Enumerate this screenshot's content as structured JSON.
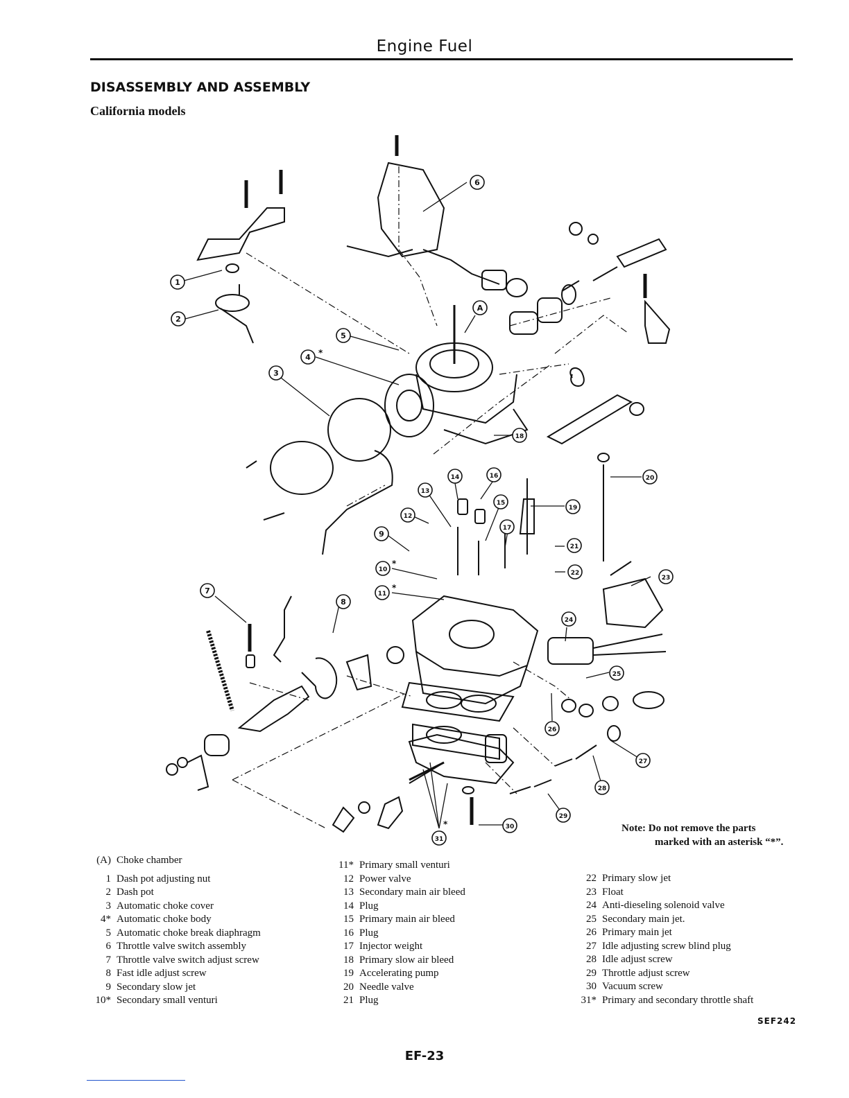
{
  "header": {
    "title": "Engine Fuel"
  },
  "section": {
    "title": "DISASSEMBLY AND ASSEMBLY",
    "subtitle": "California models"
  },
  "diagram": {
    "callouts": [
      "1",
      "2",
      "3",
      "4",
      "5",
      "6",
      "7",
      "8",
      "9",
      "10",
      "11",
      "12",
      "13",
      "14",
      "15",
      "16",
      "17",
      "18",
      "19",
      "20",
      "21",
      "22",
      "23",
      "24",
      "25",
      "26",
      "27",
      "28",
      "29",
      "30",
      "31",
      "A"
    ],
    "star": "*"
  },
  "note": {
    "line1": "Note: Do not remove the parts",
    "line2": "marked with an asterisk “*”."
  },
  "legend": {
    "col1": [
      {
        "num": "(A)",
        "label": "Choke chamber"
      },
      {
        "num": "1",
        "label": "Dash pot adjusting nut"
      },
      {
        "num": "2",
        "label": "Dash pot"
      },
      {
        "num": "3",
        "label": "Automatic choke cover"
      },
      {
        "num": "4*",
        "label": "Automatic choke body"
      },
      {
        "num": "5",
        "label": "Automatic choke break diaphragm"
      },
      {
        "num": "6",
        "label": "Throttle valve switch assembly"
      },
      {
        "num": "7",
        "label": "Throttle valve switch adjust screw"
      },
      {
        "num": "8",
        "label": "Fast idle adjust screw"
      },
      {
        "num": "9",
        "label": "Secondary slow jet"
      },
      {
        "num": "10*",
        "label": "Secondary small venturi"
      }
    ],
    "col2": [
      {
        "num": "11*",
        "label": "Primary small venturi"
      },
      {
        "num": "12",
        "label": "Power valve"
      },
      {
        "num": "13",
        "label": "Secondary main air bleed"
      },
      {
        "num": "14",
        "label": "Plug"
      },
      {
        "num": "15",
        "label": "Primary main air bleed"
      },
      {
        "num": "16",
        "label": "Plug"
      },
      {
        "num": "17",
        "label": "Injector weight"
      },
      {
        "num": "18",
        "label": "Primary slow air bleed"
      },
      {
        "num": "19",
        "label": "Accelerating pump"
      },
      {
        "num": "20",
        "label": "Needle valve"
      },
      {
        "num": "21",
        "label": "Plug"
      }
    ],
    "col3": [
      {
        "num": "22",
        "label": "Primary slow jet"
      },
      {
        "num": "23",
        "label": "Float"
      },
      {
        "num": "24",
        "label": "Anti-dieseling solenoid valve"
      },
      {
        "num": "25",
        "label": "Secondary main jet."
      },
      {
        "num": "26",
        "label": "Primary main jet"
      },
      {
        "num": "27",
        "label": "Idle adjusting screw blind plug"
      },
      {
        "num": "28",
        "label": "Idle adjust screw"
      },
      {
        "num": "29",
        "label": "Throttle adjust screw"
      },
      {
        "num": "30",
        "label": "Vacuum screw"
      },
      {
        "num": "31*",
        "label": "Primary and secondary throttle shaft"
      }
    ]
  },
  "figure_code": "SEF242",
  "page_number": "EF-23",
  "colors": {
    "ink": "#111111",
    "paper": "#ffffff",
    "link_rule": "#2255cc"
  }
}
